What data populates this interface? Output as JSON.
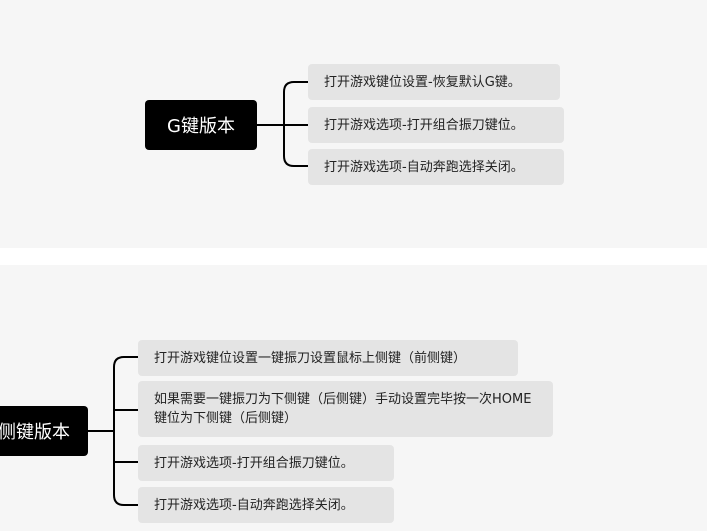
{
  "map1": {
    "root": "G键版本",
    "items": [
      "打开游戏键位设置-恢复默认G键。",
      "打开游戏选项-打开组合振刀键位。",
      "打开游戏选项-自动奔跑选择关闭。"
    ]
  },
  "map2": {
    "root": "侧键版本",
    "items": [
      "打开游戏键位设置一键振刀设置鼠标上侧键（前侧键）",
      "如果需要一键振刀为下侧键（后侧键）手动设置完毕按一次HOME键位为下侧键（后侧键）",
      "打开游戏选项-打开组合振刀键位。",
      "打开游戏选项-自动奔跑选择关闭。"
    ]
  },
  "colors": {
    "root_bg": "#000000",
    "branch_bg": "#e4e4e4",
    "panel_bg": "#f6f6f6",
    "line": "#000000"
  }
}
